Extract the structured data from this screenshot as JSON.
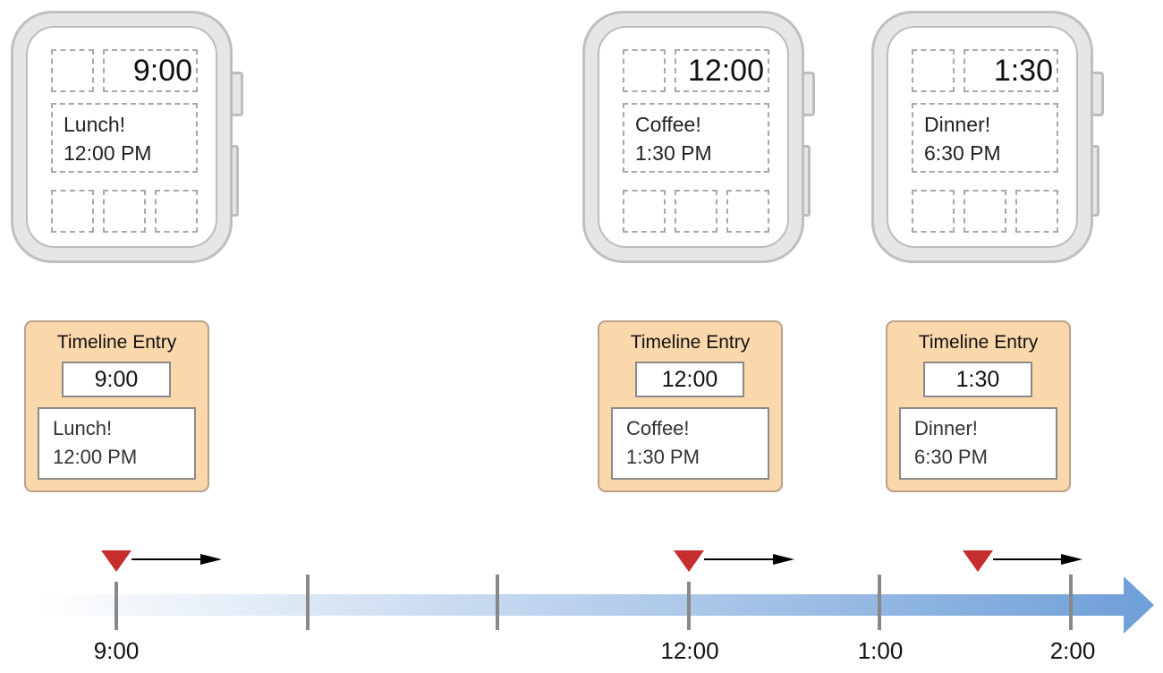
{
  "watches": [
    {
      "time": "9:00",
      "message_line1": "Lunch!",
      "message_line2": "12:00 PM"
    },
    {
      "time": "12:00",
      "message_line1": "Coffee!",
      "message_line2": "1:30 PM"
    },
    {
      "time": "1:30",
      "message_line1": "Dinner!",
      "message_line2": "6:30 PM"
    }
  ],
  "entries": [
    {
      "title": "Timeline Entry",
      "time": "9:00",
      "message_line1": "Lunch!",
      "message_line2": "12:00 PM"
    },
    {
      "title": "Timeline Entry",
      "time": "12:00",
      "message_line1": "Coffee!",
      "message_line2": "1:30 PM"
    },
    {
      "title": "Timeline Entry",
      "time": "1:30",
      "message_line1": "Dinner!",
      "message_line2": "6:30 PM"
    }
  ],
  "timeline": {
    "labels": [
      "9:00",
      "12:00",
      "1:00",
      "2:00"
    ],
    "arrow_color": "#7ea9dc",
    "marker_color": "#c62d2d"
  }
}
